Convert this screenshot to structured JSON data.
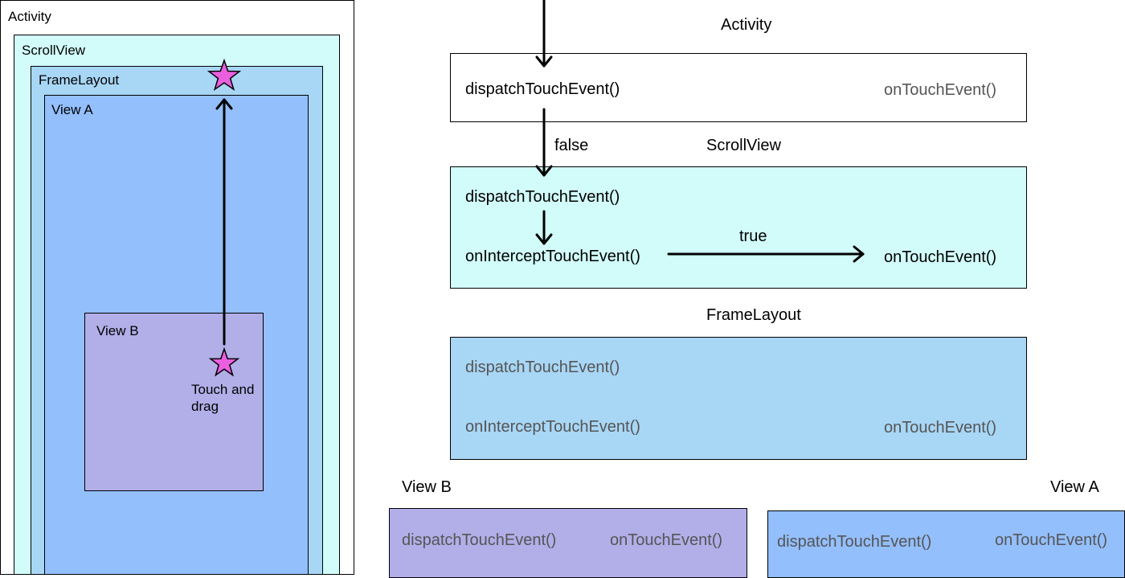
{
  "colors": {
    "activity": "#ffffff",
    "scrollview": "#d1fcf9",
    "framelayout": "#a8d6f5",
    "view_a": "#93bffc",
    "view_b": "#b2aee8",
    "star": "#ea5fe0"
  },
  "left": {
    "activity_label": "Activity",
    "scrollview_label": "ScrollView",
    "framelayout_label": "FrameLayout",
    "view_a_label": "View A",
    "view_b_label": "View B",
    "touch_label_line1": "Touch and",
    "touch_label_line2": "drag"
  },
  "right": {
    "activity": {
      "title": "Activity",
      "dispatch": "dispatchTouchEvent()",
      "on_touch": "onTouchEvent()"
    },
    "edge_label_false": "false",
    "scrollview": {
      "title": "ScrollView",
      "dispatch": "dispatchTouchEvent()",
      "intercept": "onInterceptTouchEvent()",
      "on_touch": "onTouchEvent()",
      "edge_label_true": "true"
    },
    "framelayout": {
      "title": "FrameLayout",
      "dispatch": "dispatchTouchEvent()",
      "intercept": "onInterceptTouchEvent()",
      "on_touch": "onTouchEvent()"
    },
    "view_b": {
      "title": "View B",
      "dispatch": "dispatchTouchEvent()",
      "on_touch": "onTouchEvent()"
    },
    "view_a": {
      "title": "View A",
      "dispatch": "dispatchTouchEvent()",
      "on_touch": "onTouchEvent()"
    }
  }
}
